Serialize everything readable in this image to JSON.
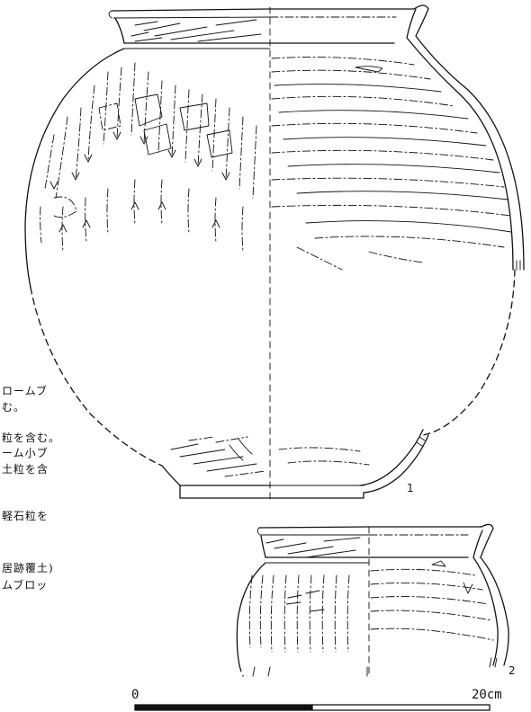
{
  "figure": {
    "vessel1_number": "1",
    "vessel2_number": "2"
  },
  "notes": {
    "lines": [
      "ロームブ",
      "む。",
      "粒を含む。",
      "ーム小ブ",
      "土粒を含",
      "軽石粒を",
      "居跡覆土)",
      "ムブロッ"
    ]
  },
  "scale": {
    "left_label": "0",
    "right_label": "20cm"
  }
}
